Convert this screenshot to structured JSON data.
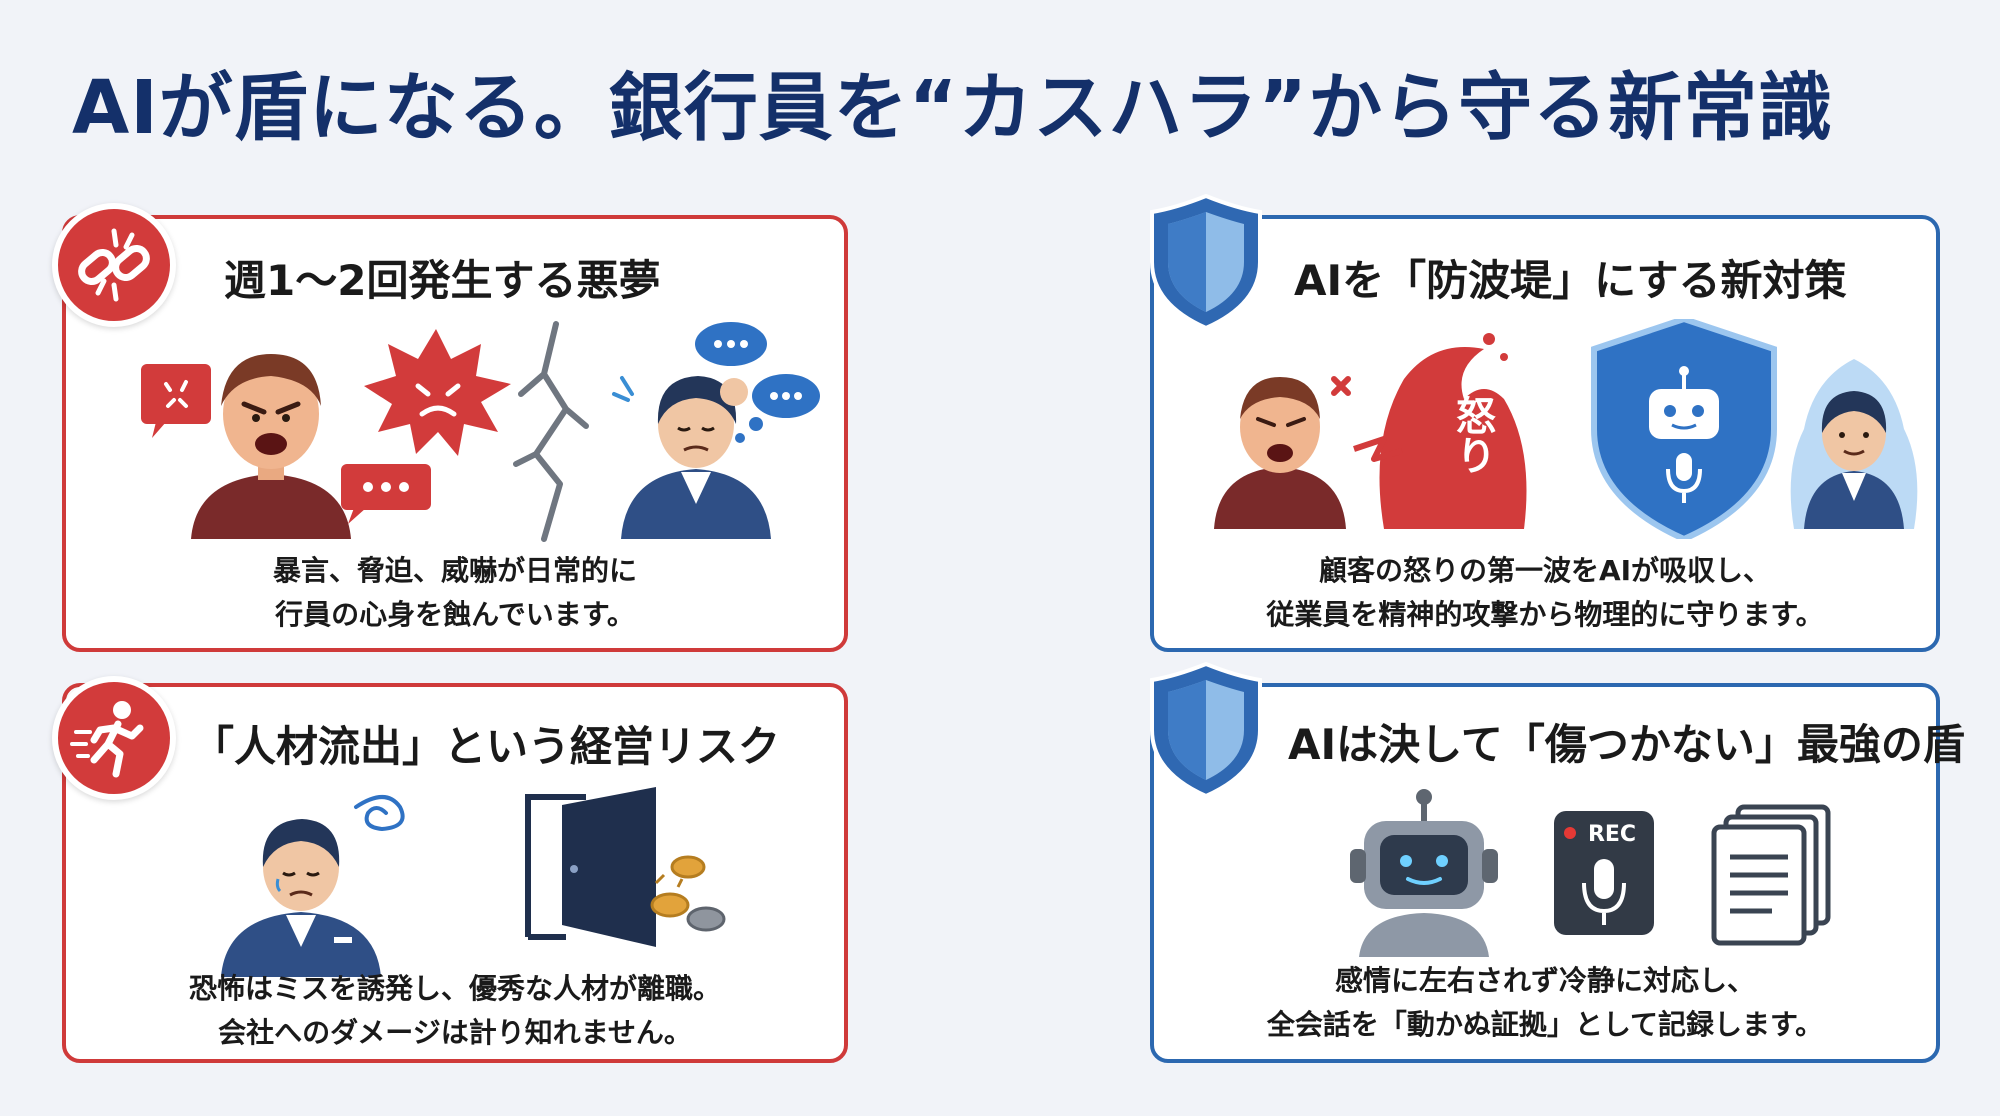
{
  "title": "AIが盾になる。銀行員を“カスハラ”から守る新常識",
  "cards": {
    "nightmare": {
      "title": "週1〜2回発生する悪夢",
      "desc": [
        "暴言、脅迫、威嚇が日常的に",
        "行員の心身を蝕んでいます。"
      ],
      "icon": "broken-link-icon"
    },
    "risk": {
      "title": "「人材流出」という経営リスク",
      "desc": [
        "恐怖はミスを誘発し、優秀な人材が離職。",
        "会社へのダメージは計り知れません。"
      ],
      "icon": "running-person-icon"
    },
    "breakwater": {
      "title": "AIを「防波堤」にする新対策",
      "desc": [
        "顧客の怒りの第一波をAIが吸収し、",
        "従業員を精神的攻撃から物理的に守ります。"
      ],
      "wave_label": "怒り",
      "icon": "shield-icon"
    },
    "strongest": {
      "title": "AIは決して「傷つかない」最強の盾",
      "desc": [
        "感情に左右されず冷静に対応し、",
        "全会話を「動かぬ証拠」として記録します。"
      ],
      "rec_label": "REC",
      "icon": "shield-icon"
    }
  },
  "colors": {
    "title": "#14306a",
    "red": "#cf3a3a",
    "blue": "#2c68b0"
  }
}
